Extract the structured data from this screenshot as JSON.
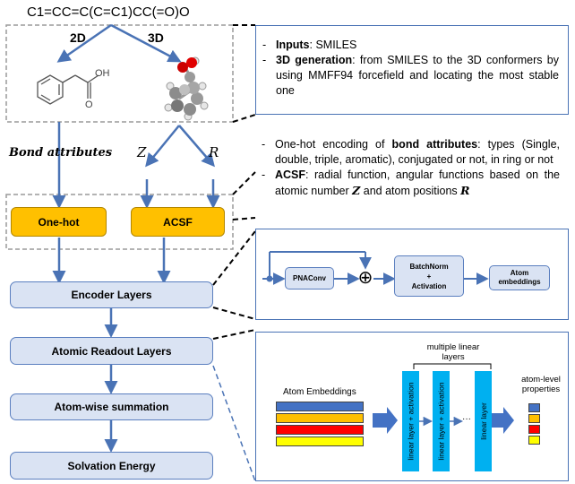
{
  "molecule": {
    "smiles": "C1=CC=C(C=C1)CC(=O)O",
    "label_2d": "2D",
    "label_3d": "3D",
    "oh_label": "OH",
    "o_label": "O"
  },
  "features": {
    "bond_attributes": "Bond attributes",
    "z_label": "Z",
    "r_label": "R"
  },
  "encoders": {
    "onehot": "One-hot",
    "acsf": "ACSF"
  },
  "pipeline": {
    "encoder_layers": "Encoder Layers",
    "readout_layers": "Atomic Readout Layers",
    "summation": "Atom-wise summation",
    "solvation": "Solvation Energy"
  },
  "info1": {
    "item1_bold": "Inputs",
    "item1_text": ": SMILES",
    "item2_bold": "3D generation",
    "item2_text": ": from SMILES to the 3D conformers by using MMFF94 forcefield and locating the most stable one"
  },
  "info2": {
    "item1_pre": "One-hot encoding of ",
    "item1_bold": "bond attributes",
    "item1_post": ": types (Single, double, triple, aromatic), conjugated or not, in ring or not",
    "item2_bold": "ACSF",
    "item2_pre": ": radial function, angular functions based on the atomic number ",
    "item2_z": "Z",
    "item2_mid": " and atom positions ",
    "item2_r": "R"
  },
  "encoder_detail": {
    "pnaconv": "PNAConv",
    "plus": "⊕",
    "batchnorm": "BatchNorm",
    "plus_sign": "+",
    "activation": "Activation",
    "atom_embeddings": "Atom embeddings"
  },
  "readout_detail": {
    "input_label": "Atom Embeddings",
    "multiple_label": "multiple linear layers",
    "layer1": "linear layer + activation",
    "layer2": "linear layer + activation",
    "dots": "···",
    "layer3": "linear layer",
    "output_label": "atom-level properties",
    "embedding_colors": [
      "#4472c4",
      "#ffc000",
      "#ff0000",
      "#ffff00"
    ]
  }
}
